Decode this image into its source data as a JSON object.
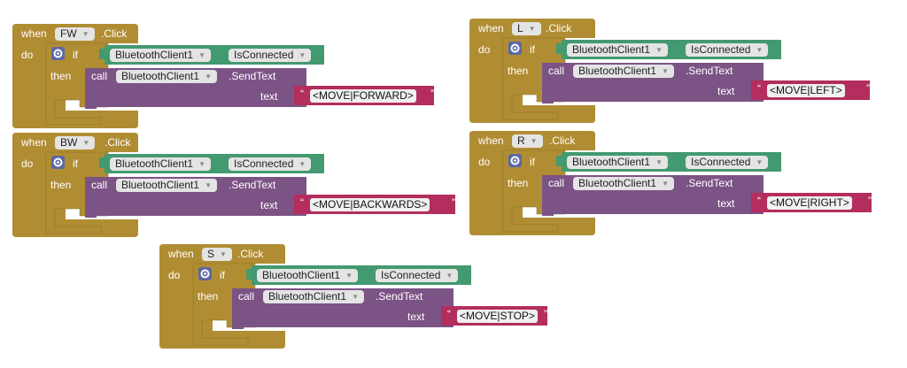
{
  "colors": {
    "event": "#b08d33",
    "control": "#b08d33",
    "procedure": "#7c5385",
    "bluetooth": "#439970",
    "text": "#b32d5e",
    "inline": "#e4e4e4"
  },
  "labels": {
    "when": "when",
    "do": "do",
    "if": "if",
    "then": "then",
    "call": "call",
    "text": "text",
    "click": ".Click",
    "sendtext": ".SendText"
  },
  "client": {
    "name": "BluetoothClient1",
    "property": "IsConnected"
  },
  "blocks": [
    {
      "button": "FW",
      "command": "<MOVE|FORWARD>"
    },
    {
      "button": "L",
      "command": "<MOVE|LEFT>"
    },
    {
      "button": "BW",
      "command": "<MOVE|BACKWARDS>"
    },
    {
      "button": "R",
      "command": "<MOVE|RIGHT>"
    },
    {
      "button": "S",
      "command": "<MOVE|STOP>"
    }
  ]
}
